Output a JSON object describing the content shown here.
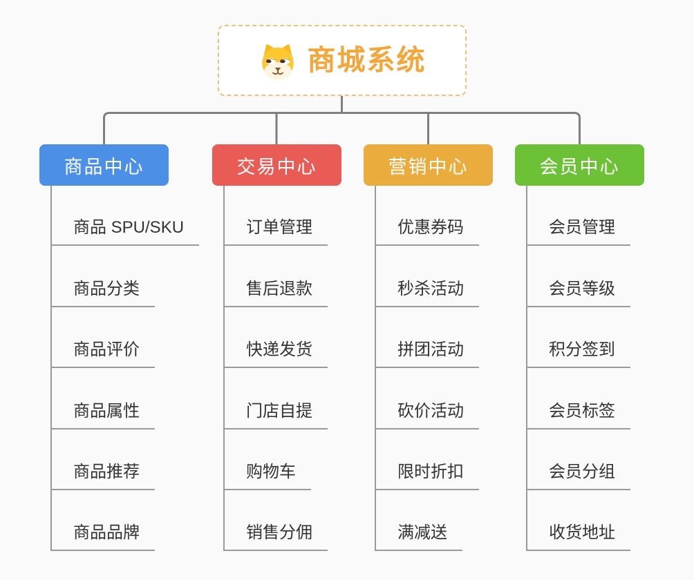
{
  "root": {
    "title": "商城系统",
    "icon": "shiba-dog-icon",
    "accent_color": "#f2a63c",
    "border_color": "#f2c178"
  },
  "connector_color": "#7f7f7f",
  "sub_line_color": "#999999",
  "branches": [
    {
      "label": "商品中心",
      "color": "#4b90e6",
      "items": [
        "商品 SPU/SKU",
        "商品分类",
        "商品评价",
        "商品属性",
        "商品推荐",
        "商品品牌"
      ]
    },
    {
      "label": "交易中心",
      "color": "#e85c55",
      "items": [
        "订单管理",
        "售后退款",
        "快递发货",
        "门店自提",
        "购物车",
        "销售分佣"
      ]
    },
    {
      "label": "营销中心",
      "color": "#ebac3e",
      "items": [
        "优惠券码",
        "秒杀活动",
        "拼团活动",
        "砍价活动",
        "限时折扣",
        "满减送"
      ]
    },
    {
      "label": "会员中心",
      "color": "#6dc136",
      "items": [
        "会员管理",
        "会员等级",
        "积分签到",
        "会员标签",
        "会员分组",
        "收货地址"
      ]
    }
  ]
}
